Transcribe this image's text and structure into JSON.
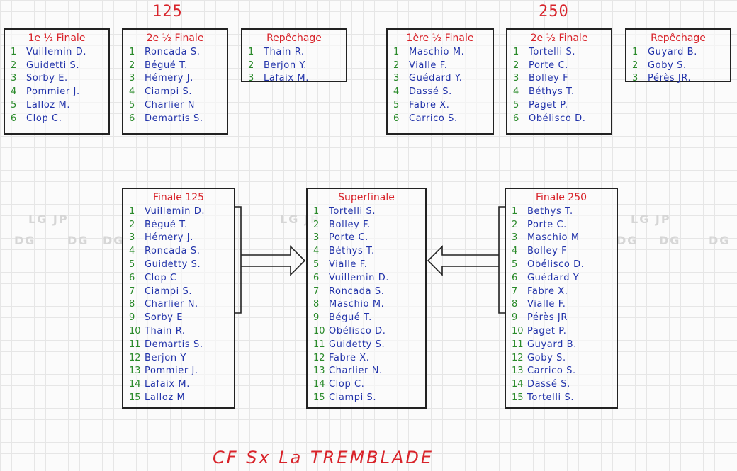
{
  "headers": {
    "left": "125",
    "right": "250"
  },
  "boxes": {
    "semi1_125": {
      "title": "1e ½ Finale",
      "rows": [
        {
          "n": "1",
          "name": "Vuillemin D."
        },
        {
          "n": "2",
          "name": "Guidetti S."
        },
        {
          "n": "3",
          "name": "Sorby E."
        },
        {
          "n": "4",
          "name": "Pommier J."
        },
        {
          "n": "5",
          "name": "Lalloz M."
        },
        {
          "n": "6",
          "name": "Clop C."
        }
      ]
    },
    "semi2_125": {
      "title": "2e ½ Finale",
      "rows": [
        {
          "n": "1",
          "name": "Roncada S."
        },
        {
          "n": "2",
          "name": "Bégué T."
        },
        {
          "n": "3",
          "name": "Hémery J."
        },
        {
          "n": "4",
          "name": "Ciampi S."
        },
        {
          "n": "5",
          "name": "Charlier N"
        },
        {
          "n": "6",
          "name": "Demartis S."
        }
      ]
    },
    "rep_125": {
      "title": "Repêchage",
      "rows": [
        {
          "n": "1",
          "name": "Thain R."
        },
        {
          "n": "2",
          "name": "Berjon Y."
        },
        {
          "n": "3",
          "name": "Lafaix M."
        }
      ]
    },
    "semi1_250": {
      "title": "1ère ½ Finale",
      "rows": [
        {
          "n": "1",
          "name": "Maschio M."
        },
        {
          "n": "2",
          "name": "Vialle F."
        },
        {
          "n": "3",
          "name": "Guédard Y."
        },
        {
          "n": "4",
          "name": "Dassé S."
        },
        {
          "n": "5",
          "name": "Fabre X."
        },
        {
          "n": "6",
          "name": "Carrico S."
        }
      ]
    },
    "semi2_250": {
      "title": "2e ½ Finale",
      "rows": [
        {
          "n": "1",
          "name": "Tortelli S."
        },
        {
          "n": "2",
          "name": "Porte C."
        },
        {
          "n": "3",
          "name": "Bolley F"
        },
        {
          "n": "4",
          "name": "Béthys T."
        },
        {
          "n": "5",
          "name": "Paget P."
        },
        {
          "n": "6",
          "name": "Obélisco D."
        }
      ]
    },
    "rep_250": {
      "title": "Repêchage",
      "rows": [
        {
          "n": "1",
          "name": "Guyard B."
        },
        {
          "n": "2",
          "name": "Goby S."
        },
        {
          "n": "3",
          "name": "Pérès JR."
        }
      ]
    },
    "final_125": {
      "title": "Finale 125",
      "rows": [
        {
          "n": "1",
          "name": "Vuillemin D."
        },
        {
          "n": "2",
          "name": "Bégué T."
        },
        {
          "n": "3",
          "name": "Hémery J."
        },
        {
          "n": "4",
          "name": "Roncada S."
        },
        {
          "n": "5",
          "name": "Guidetty S."
        },
        {
          "n": "6",
          "name": "Clop C"
        },
        {
          "n": "7",
          "name": "Ciampi S."
        },
        {
          "n": "8",
          "name": "Charlier N."
        },
        {
          "n": "9",
          "name": "Sorby E"
        },
        {
          "n": "10",
          "name": "Thain R."
        },
        {
          "n": "11",
          "name": "Demartis S."
        },
        {
          "n": "12",
          "name": "Berjon Y"
        },
        {
          "n": "13",
          "name": "Pommier J."
        },
        {
          "n": "14",
          "name": "Lafaix M."
        },
        {
          "n": "15",
          "name": "Lalloz M"
        }
      ]
    },
    "superfinale": {
      "title": "Superfinale",
      "rows": [
        {
          "n": "1",
          "name": "Tortelli S."
        },
        {
          "n": "2",
          "name": "Bolley F."
        },
        {
          "n": "3",
          "name": "Porte C."
        },
        {
          "n": "4",
          "name": "Béthys T."
        },
        {
          "n": "5",
          "name": "Vialle F."
        },
        {
          "n": "6",
          "name": "Vuillemin D."
        },
        {
          "n": "7",
          "name": "Roncada S."
        },
        {
          "n": "8",
          "name": "Maschio M."
        },
        {
          "n": "9",
          "name": "Bégué T."
        },
        {
          "n": "10",
          "name": "Obélisco D."
        },
        {
          "n": "11",
          "name": "Guidetty S."
        },
        {
          "n": "12",
          "name": "Fabre X."
        },
        {
          "n": "13",
          "name": "Charlier N."
        },
        {
          "n": "14",
          "name": "Clop C."
        },
        {
          "n": "15",
          "name": "Ciampi S."
        }
      ]
    },
    "final_250": {
      "title": "Finale 250",
      "rows": [
        {
          "n": "1",
          "name": "Bethys T."
        },
        {
          "n": "2",
          "name": "Porte C."
        },
        {
          "n": "3",
          "name": "Maschio M"
        },
        {
          "n": "4",
          "name": "Bolley F"
        },
        {
          "n": "5",
          "name": "Obélisco D."
        },
        {
          "n": "6",
          "name": "Guédard Y"
        },
        {
          "n": "7",
          "name": "Fabre X."
        },
        {
          "n": "8",
          "name": "Vialle F."
        },
        {
          "n": "9",
          "name": "Pérès JR"
        },
        {
          "n": "10",
          "name": "Paget P."
        },
        {
          "n": "11",
          "name": "Guyard B."
        },
        {
          "n": "12",
          "name": "Goby S."
        },
        {
          "n": "13",
          "name": "Carrico S."
        },
        {
          "n": "14",
          "name": "Dassé S."
        },
        {
          "n": "15",
          "name": "Tortelli S."
        }
      ]
    }
  },
  "watermark": {
    "top": "LG JP",
    "bottom": "DG"
  },
  "footer": "CF Sx   La TREMBLADE",
  "colors": {
    "title": "#d8232a",
    "name": "#2233aa",
    "number": "#2a8a2a"
  }
}
